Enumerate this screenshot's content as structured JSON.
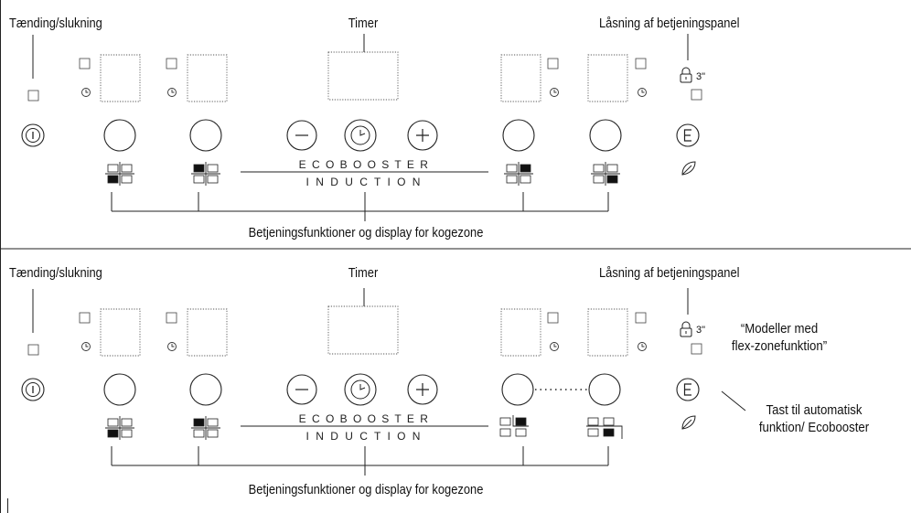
{
  "panels": [
    {
      "power_label": "Tænding/slukning",
      "timer_label": "Timer",
      "lock_label": "Låsning af betjeningspanel",
      "lock_time": "3\"",
      "eco_text": "E C O       B O O S T E R",
      "induction_text": "I  N  D  U  C  T  I  O  N",
      "zones_label": "Betjeningsfunktioner og display for kogezone"
    },
    {
      "power_label": "Tænding/slukning",
      "timer_label": "Timer",
      "lock_label": "Låsning af betjeningspanel",
      "lock_time": "3\"",
      "eco_text": "E C O       B O O S T E R",
      "induction_text": "I  N  D  U  C  T  I  O  N",
      "zones_label": "Betjeningsfunktioner og display for kogezone",
      "flex_note_line1": "“Modeller med",
      "flex_note_line2": "flex-zonefunktion”",
      "auto_key_line1": "Tast til automatisk",
      "auto_key_line2": "funktion/ Ecobooster"
    }
  ]
}
